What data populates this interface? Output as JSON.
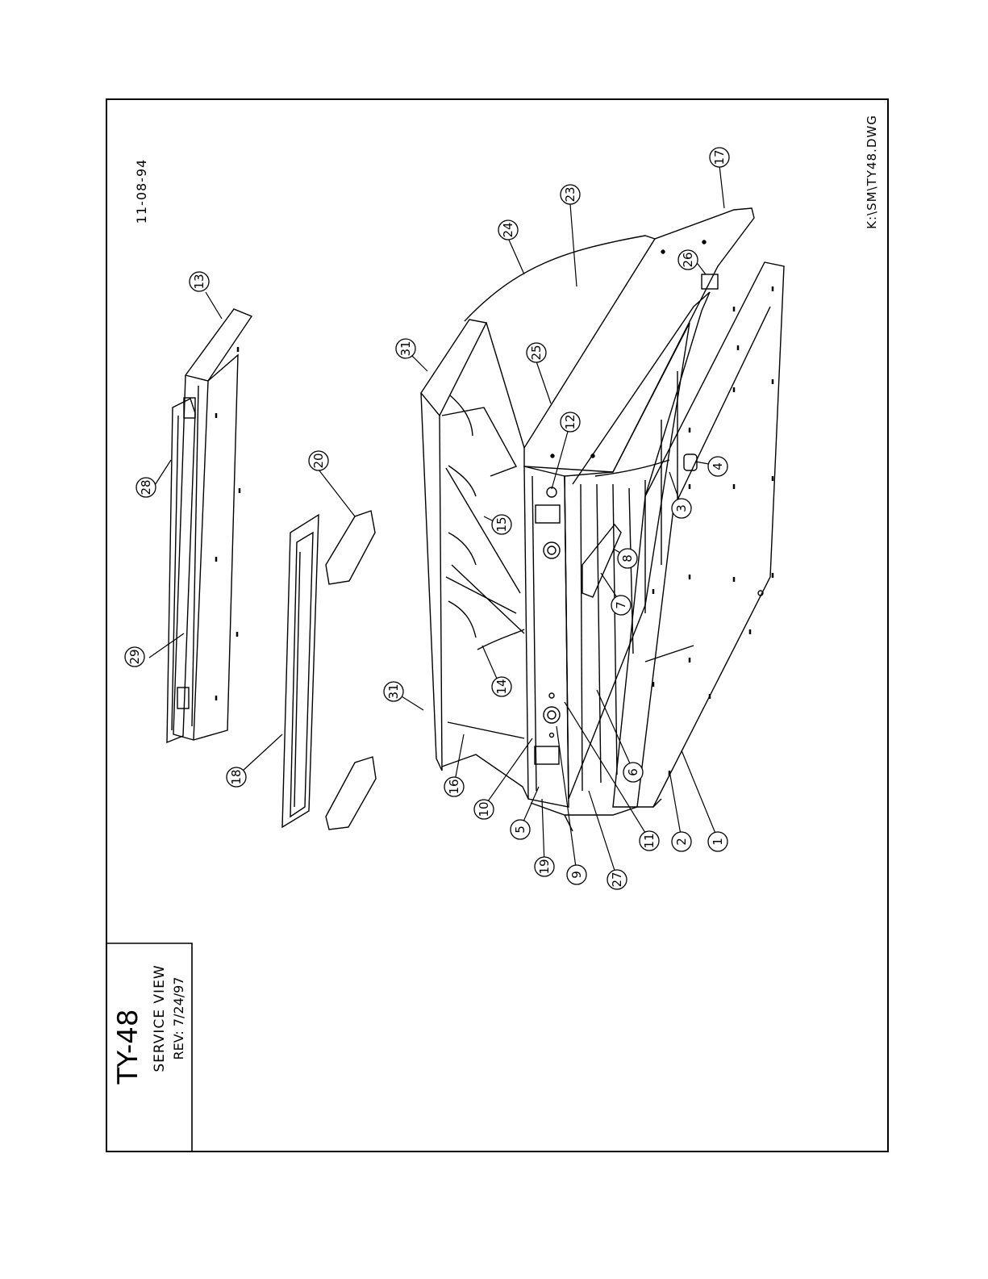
{
  "title_block": {
    "model": "TY-48",
    "view": "SERVICE VIEW",
    "revision": "REV:  7/24/97"
  },
  "date": "11-08-94",
  "file_path": "K:\\SM\\TY48.DWG",
  "callouts": [
    "1",
    "2",
    "3",
    "4",
    "5",
    "6",
    "7",
    "8",
    "9",
    "10",
    "11",
    "12",
    "13",
    "14",
    "15",
    "16",
    "17",
    "18",
    "19",
    "20",
    "23",
    "24",
    "25",
    "26",
    "27",
    "28",
    "29",
    "31",
    "31"
  ]
}
